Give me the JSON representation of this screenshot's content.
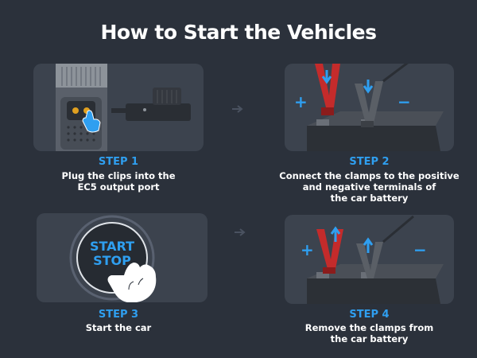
{
  "title": "How to Start the Vehicles",
  "steps": [
    {
      "label": "STEP 1",
      "desc_lines": [
        "Plug the clips into the",
        "EC5 output port"
      ]
    },
    {
      "label": "STEP 2",
      "desc_lines": [
        "Connect the clamps to the positive",
        "and negative terminals of",
        "the car battery"
      ]
    },
    {
      "label": "STEP 3",
      "desc_lines": [
        "Start the car"
      ]
    },
    {
      "label": "STEP 4",
      "desc_lines": [
        "Remove the clamps from",
        "the car battery"
      ]
    }
  ],
  "button_text": [
    "START",
    "STOP"
  ],
  "polarity": {
    "positive": "+",
    "negative": "−"
  },
  "colors": {
    "accent": "#2f9ff0",
    "background": "#2b313b",
    "panel": "#3c434e",
    "red_clamp": "#c42b2b",
    "black_clamp": "#5a5f66"
  }
}
